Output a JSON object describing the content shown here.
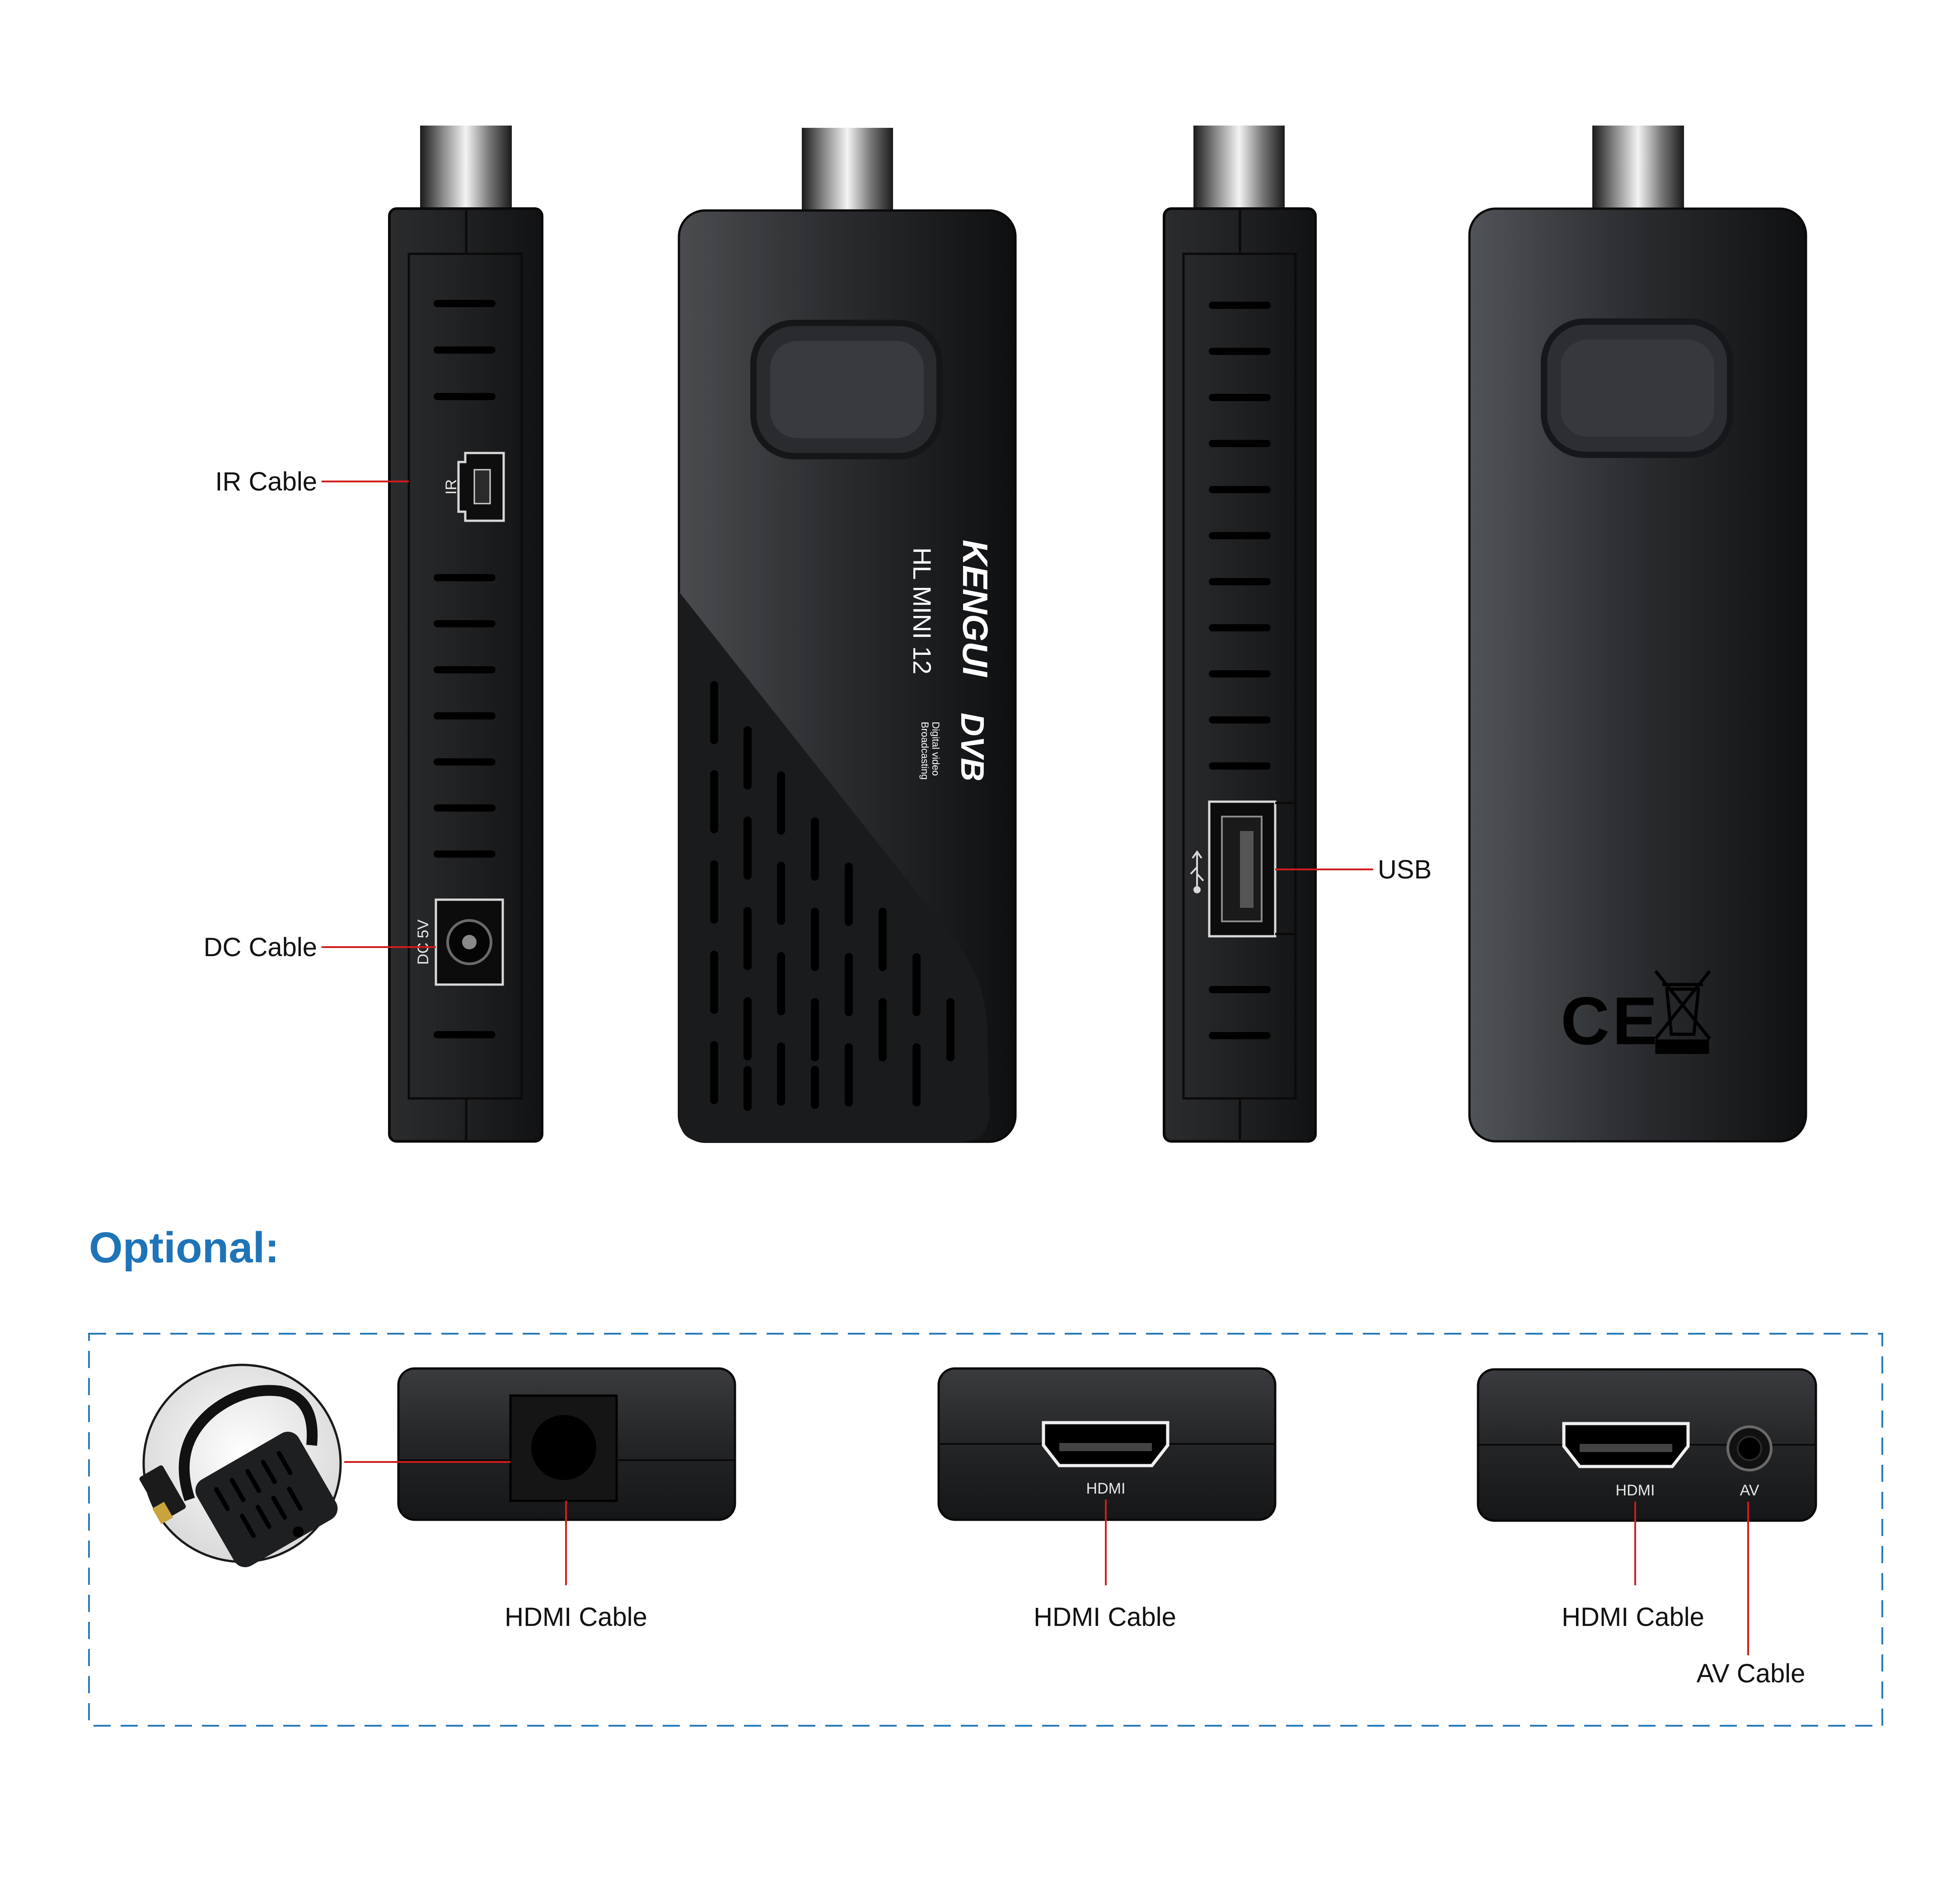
{
  "labels": {
    "ir_cable": "IR Cable",
    "dc_cable": "DC Cable",
    "usb": "USB",
    "optional_heading": "Optional:",
    "hdmi_cable_1": "HDMI Cable",
    "hdmi_cable_2": "HDMI Cable",
    "hdmi_cable_3": "HDMI Cable",
    "av_cable": "AV Cable"
  },
  "device_markings": {
    "ir_port": "IR",
    "dc_port": "DC 5V",
    "brand": "KENGUI",
    "model": "HL MINI 12",
    "dvb": "DVB",
    "dvb_line1": "Digital video",
    "dvb_line2": "Broadcasting",
    "ce_mark": "CE",
    "hdmi_port_2": "HDMI",
    "hdmi_port_3": "HDMI",
    "av_port_3": "AV"
  },
  "colors": {
    "device_body": "#1c1d1f",
    "device_edge": "#0b0b0c",
    "leader_line": "#d01c1c",
    "heading_blue": "#1f74b8",
    "dashed_border": "#2a7ab8"
  },
  "icons": [
    "usb-icon",
    "weee-bin-icon",
    "hdmi-port-icon",
    "av-jack-icon",
    "dc-jack-icon"
  ]
}
